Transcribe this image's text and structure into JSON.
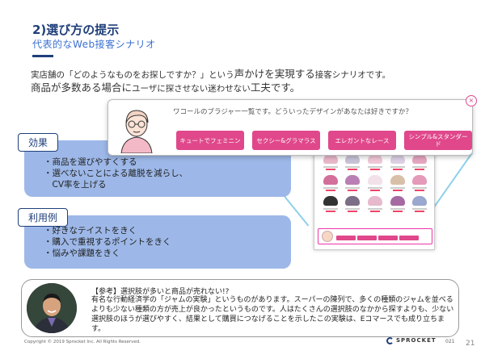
{
  "header": {
    "title": "2)選び方の提示",
    "subtitle": "代表的なWeb接客シナリオ"
  },
  "intro": {
    "line1_pre": "実店舗の「どのようなものをお探しですか？」という",
    "line1_em": "声かけを実現する",
    "line1_post": "接客シナリオです。",
    "line2_pre": "商品が多数ある場合に",
    "line2_small": "ユーザに探させない迷わせない",
    "line2_post": "工夫です。"
  },
  "effect": {
    "tag": "効果",
    "items": [
      "・商品を選びやすくする",
      "・選べないことによる離脱を減らし、",
      "　CV率を上げる"
    ]
  },
  "usage": {
    "tag": "利用例",
    "items": [
      "・好きなテイストをきく",
      "・購入で重視するポイントをきく",
      "・悩みや課題をきく"
    ]
  },
  "dialog": {
    "question": "ワコールのブラジャー一覧です。どういったデザインがあなたは好きですか？",
    "close_icon": "×",
    "options": [
      "キュートでフェミニン",
      "セクシー&グラマラス",
      "エレガントなレース",
      "シンプル&スタンダード"
    ],
    "accent": "#e0488b"
  },
  "reference": {
    "title": "【参考】選択肢が多いと商品が売れない!?",
    "body": "有名な行動経済学の「ジャムの実験」というものがあります。スーパーの陳列で、多くの種類のジャムを並べるよりも少ない種類の方が売上が良かったというものです。人はたくさんの選択肢のなかから探すよりも、少ない選択肢のほうが選びやすく、結果として購買につなげることを示したこの実験は、Eコマースでも成り立ちます。"
  },
  "footer": {
    "copyright": "Copyright © 2019 Sprocket Inc. All Rights Reserved.",
    "brand": "SPROCKET",
    "slide": "021",
    "page": "21"
  },
  "colors": {
    "navy": "#1f3f7a",
    "blue": "#3a6fd1",
    "panel": "#9db8e8",
    "connector": "#8fd0ea"
  }
}
